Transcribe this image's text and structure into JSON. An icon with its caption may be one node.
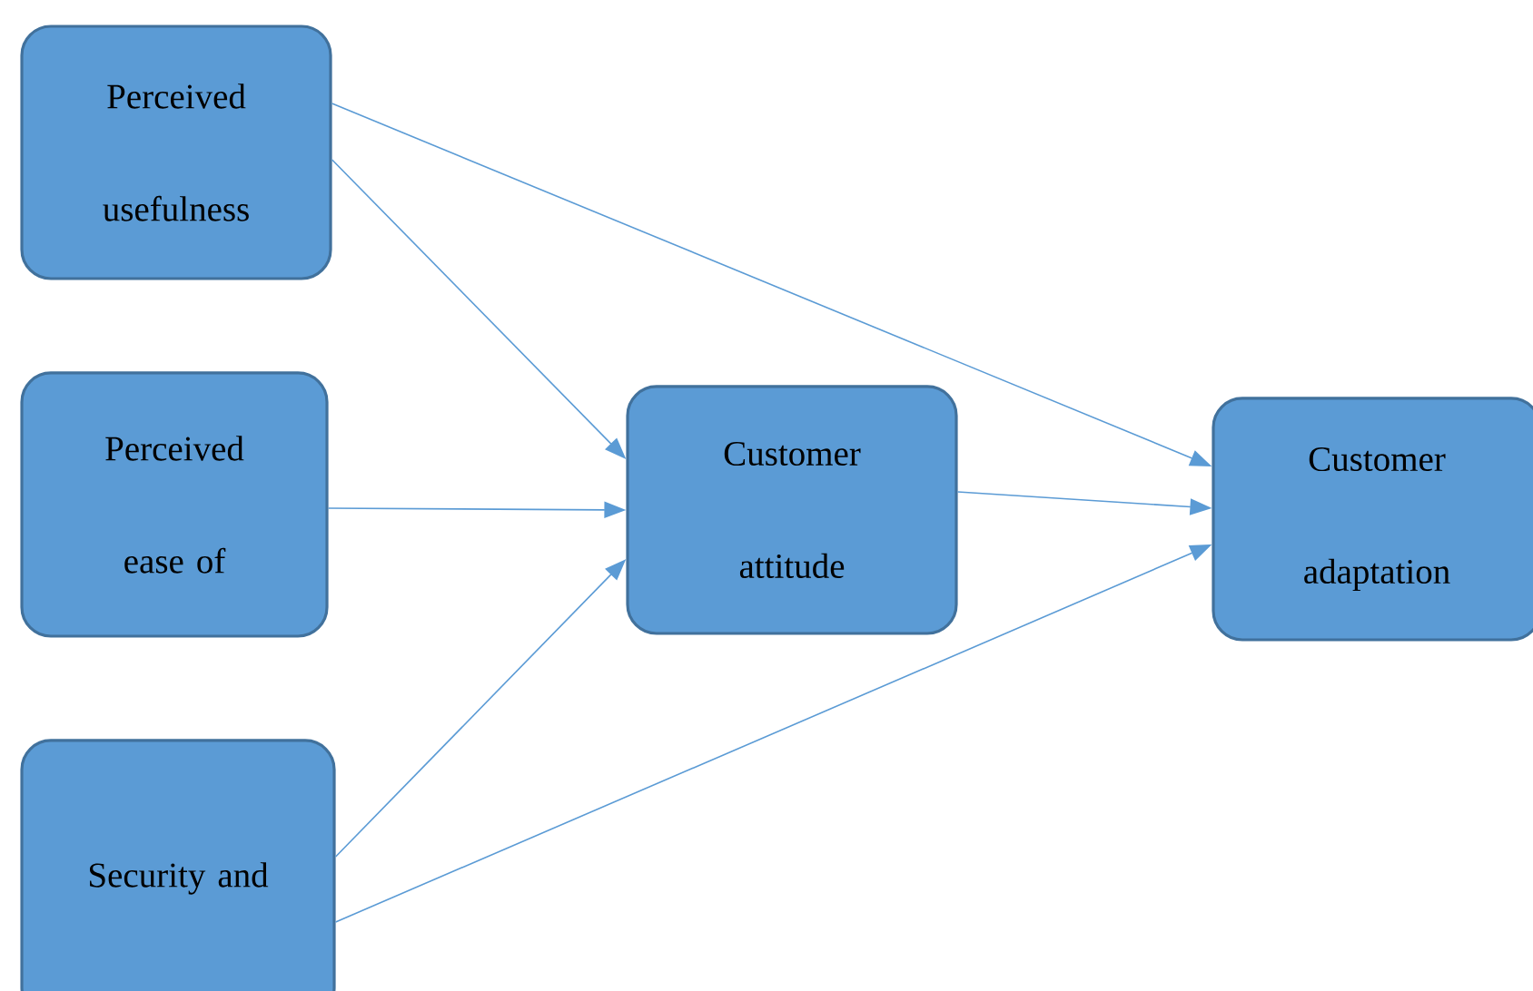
{
  "diagram": {
    "nodes": [
      {
        "text": [
          "Perceived usefulness"
        ]
      },
      {
        "text": [
          "Perceived ease of"
        ]
      },
      {
        "text": [
          "Security and"
        ]
      },
      {
        "text": [
          "Customer attitude"
        ]
      },
      {
        "text": [
          "Customer adaptation"
        ]
      }
    ],
    "edges": [
      {
        "from": 0,
        "to": 4,
        "arrow": "to"
      },
      {
        "from": 0,
        "to": 3,
        "arrow": "to"
      },
      {
        "from": 1,
        "to": 3,
        "arrow": "to"
      },
      {
        "from": 2,
        "to": 3,
        "arrow": "to"
      },
      {
        "from": 2,
        "to": 4,
        "arrow": "to"
      },
      {
        "from": 3,
        "to": 4,
        "arrow": "to"
      }
    ]
  }
}
